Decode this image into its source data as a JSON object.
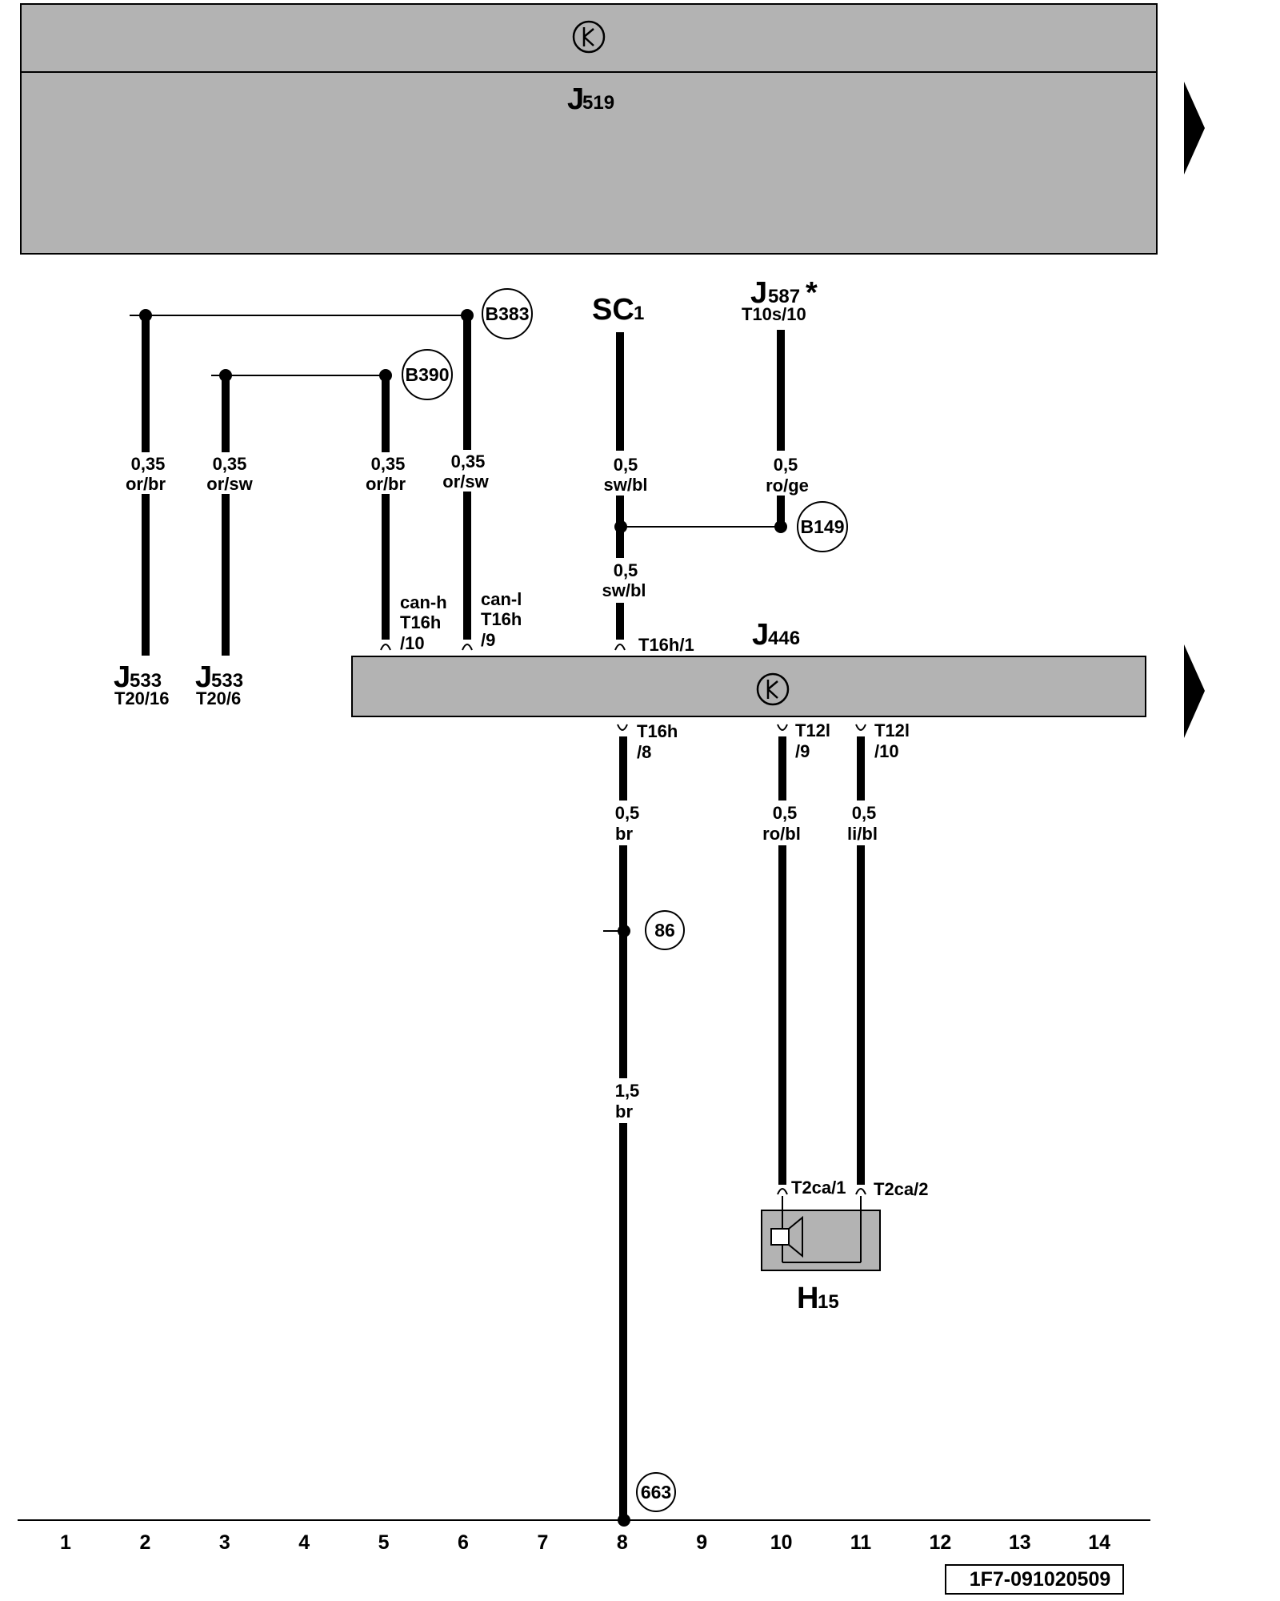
{
  "modules": {
    "top": {
      "name": "J",
      "sub": "519"
    },
    "mid": {
      "name": "J",
      "sub": "446"
    },
    "speaker": {
      "name": "H",
      "sub": "15"
    }
  },
  "components": {
    "j533_a": {
      "name": "J",
      "sub": "533",
      "pin": "T20/16"
    },
    "j533_b": {
      "name": "J",
      "sub": "533",
      "pin": "T20/6"
    },
    "sc1": {
      "name": "SC",
      "sub": "1"
    },
    "j587": {
      "name": "J",
      "sub": "587",
      "mark": "*",
      "pin": "T10s/10"
    }
  },
  "splices": {
    "b383": "B383",
    "b390": "B390",
    "b149": "B149",
    "g86": "86",
    "g663": "663"
  },
  "wires": {
    "w2": {
      "size": "0,35",
      "color": "or/br"
    },
    "w3": {
      "size": "0,35",
      "color": "or/sw"
    },
    "w5": {
      "size": "0,35",
      "color": "or/br"
    },
    "w6": {
      "size": "0,35",
      "color": "or/sw"
    },
    "w8a": {
      "size": "0,5",
      "color": "sw/bl"
    },
    "w8b": {
      "size": "0,5",
      "color": "sw/bl"
    },
    "w10a": {
      "size": "0,5",
      "color": "ro/ge"
    },
    "w8c": {
      "size": "0,5",
      "color": "br"
    },
    "w10b": {
      "size": "0,5",
      "color": "ro/bl"
    },
    "w11": {
      "size": "0,5",
      "color": "li/bl"
    },
    "w8d": {
      "size": "1,5",
      "color": "br"
    }
  },
  "pins": {
    "can_h": {
      "l1": "can-h",
      "l2": "T16h",
      "l3": "/10"
    },
    "can_l": {
      "l1": "can-l",
      "l2": "T16h",
      "l3": "/9"
    },
    "t16h1": "T16h/1",
    "t16h8": {
      "l1": "T16h",
      "l2": "/8"
    },
    "t12l9": {
      "l1": "T12l",
      "l2": "/9"
    },
    "t12l10": {
      "l1": "T12l",
      "l2": "/10"
    },
    "t2ca1": "T2ca/1",
    "t2ca2": "T2ca/2"
  },
  "columns": [
    "1",
    "2",
    "3",
    "4",
    "5",
    "6",
    "7",
    "8",
    "9",
    "10",
    "11",
    "12",
    "13",
    "14"
  ],
  "doc_id": "1F7-091020509"
}
